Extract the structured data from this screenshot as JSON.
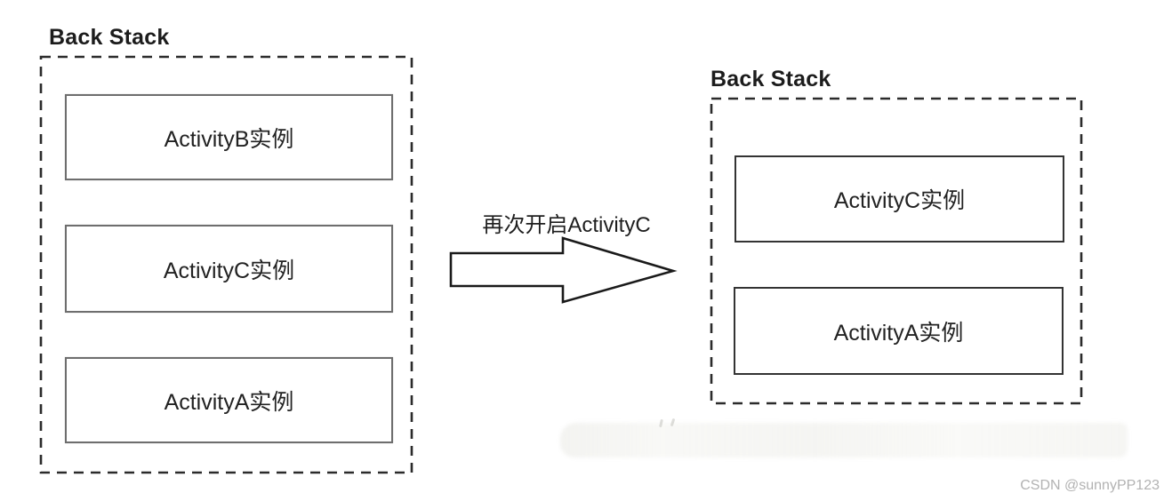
{
  "left_stack": {
    "title": "Back Stack",
    "items": [
      {
        "label": "ActivityB实例"
      },
      {
        "label": "ActivityC实例"
      },
      {
        "label": "ActivityA实例"
      }
    ]
  },
  "transition": {
    "label": "再次开启ActivityC",
    "arrow_icon": "block-arrow-right"
  },
  "right_stack": {
    "title": "Back Stack",
    "items": [
      {
        "label": "ActivityC实例"
      },
      {
        "label": "ActivityA实例"
      }
    ]
  },
  "watermark": {
    "label": "CSDN @sunnyPP123"
  },
  "colors": {
    "background": "#ffffff",
    "dashed_border": "#2b2b2b",
    "left_box_border": "#6e6e6e",
    "right_box_border": "#333333",
    "text": "#1e1e1e",
    "watermark_text": "#b2b2b2"
  }
}
